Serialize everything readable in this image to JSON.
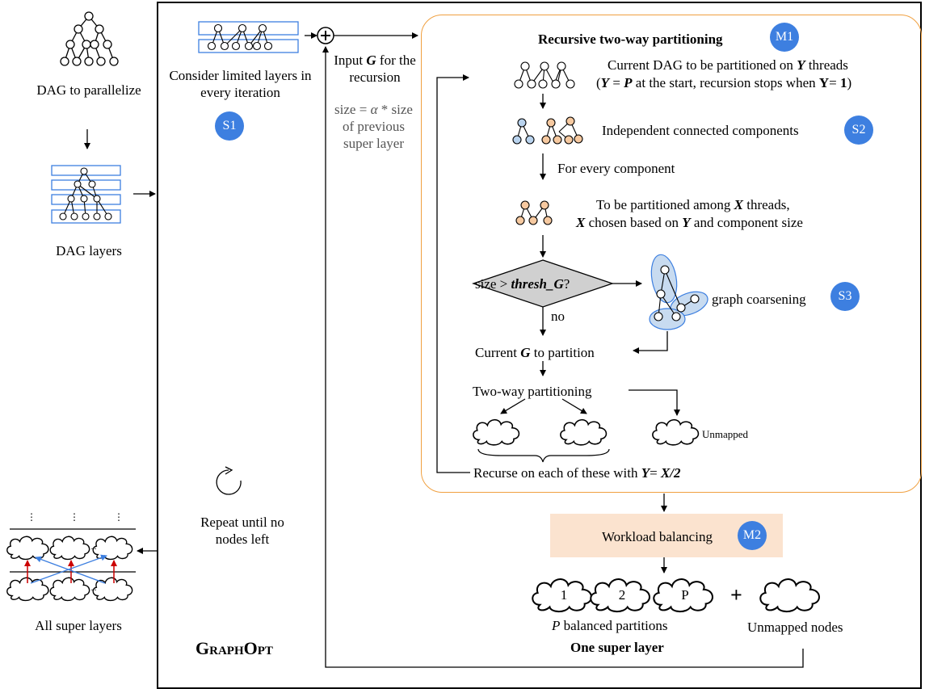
{
  "left_panel": {
    "dag_label": "DAG to parallelize",
    "dag_layers_label": "DAG layers",
    "all_super_layers_label": "All super layers"
  },
  "framework": {
    "name": "GraphOpt",
    "consider_text": "Consider limited layers in every iteration",
    "input_text": "Input G for the recursion",
    "size_text": "size = α * size of previous super layer",
    "repeat_text": "Repeat until no nodes left"
  },
  "badges": {
    "s1": "S1",
    "s2": "S2",
    "s3": "S3",
    "m1": "M1",
    "m2": "M2"
  },
  "recursion": {
    "title": "Recursive two-way partitioning",
    "current_dag_line1": "Current DAG to be partitioned on Y threads",
    "current_dag_line2": "(Y = P at the start, recursion stops when Y= 1)",
    "components": "Independent connected components",
    "for_every": "For every component",
    "partition_line1": "To be partitioned among X threads,",
    "partition_line2": "X chosen based on Y and component size",
    "decision": "size > thresh_G?",
    "no_label": "no",
    "coarsening": "graph coarsening",
    "current_g": "Current G to partition",
    "two_way": "Two-way partitioning",
    "unmapped_small": "Unmapped",
    "recurse": "Recurse on each of these with Y= X/2"
  },
  "balancing": {
    "workload": "Workload balancing",
    "partition_numbers": [
      "1",
      "2",
      "P"
    ],
    "plus": "+",
    "p_balanced": "P balanced partitions",
    "unmapped_nodes": "Unmapped nodes",
    "one_super_layer": "One super layer"
  },
  "colors": {
    "badge": "#3d7fe0",
    "orange_border": "#f0a040",
    "balancing_fill": "#fbe3cf",
    "layer_box": "#3d7fe0",
    "node_blue": "#b9d3ee",
    "node_orange": "#f6c9a0",
    "red_arrow": "#cc0000"
  }
}
